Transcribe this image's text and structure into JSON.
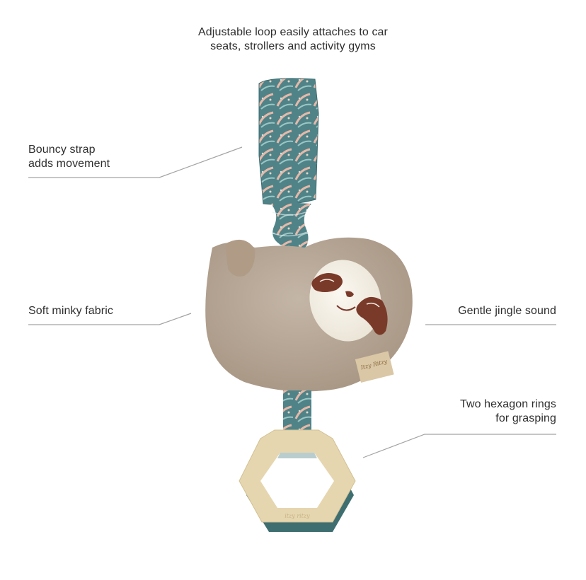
{
  "header": {
    "caption_line1": "Adjustable loop easily attaches to car",
    "caption_line2": "seats, strollers and activity gyms"
  },
  "callouts": [
    {
      "id": "bouncy-strap",
      "side": "left",
      "lines": [
        "Bouncy strap",
        "adds movement"
      ]
    },
    {
      "id": "soft-minky",
      "side": "left",
      "lines": [
        "Soft minky fabric"
      ]
    },
    {
      "id": "gentle-jingle",
      "side": "right",
      "lines": [
        "Gentle jingle sound"
      ]
    },
    {
      "id": "hexagon-rings",
      "side": "right",
      "lines": [
        "Two hexagon rings",
        "for grasping"
      ]
    }
  ],
  "product": {
    "name": "sloth plush jingle toy",
    "tag_text": "Itzy Ritzy",
    "ring_text": "itzy ritzy",
    "colors": {
      "fur": "#b7a797",
      "face": "#f3eee4",
      "eye_patch": "#7a3a2a",
      "strap": "#4f8388",
      "strap_accent": "#e6b8a8",
      "ring_cream": "#e6d6b0",
      "ring_teal": "#3f6e70",
      "line": "#9a9a9a"
    }
  }
}
